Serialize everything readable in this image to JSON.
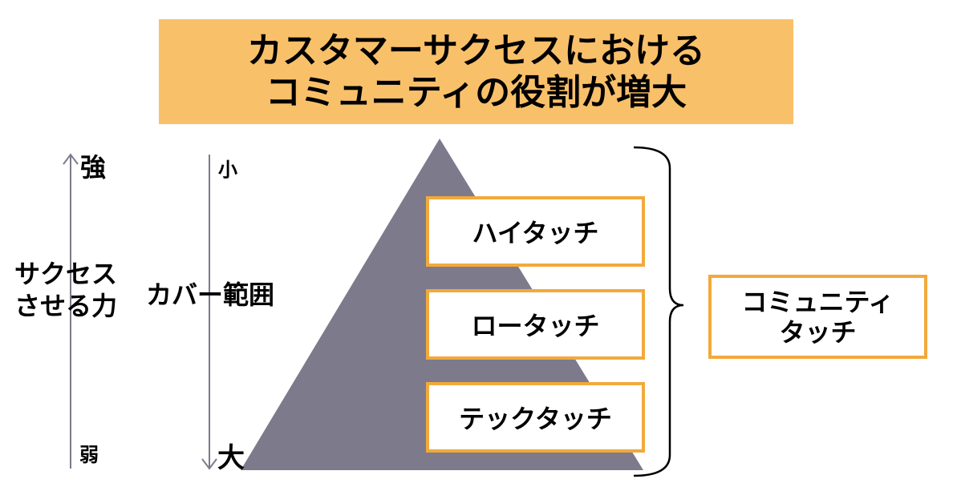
{
  "title": {
    "line1": "カスタマーサクセスにおける",
    "line2": "コミュニティの役割が増大"
  },
  "success_axis": {
    "top_label": "強",
    "bottom_label": "弱",
    "label_line1": "サクセス",
    "label_line2": "させる力"
  },
  "coverage_axis": {
    "top_label": "小",
    "bottom_label": "大",
    "label": "カバー範囲"
  },
  "tiers": [
    {
      "label": "ハイタッチ"
    },
    {
      "label": "ロータッチ"
    },
    {
      "label": "テックタッチ"
    }
  ],
  "community": {
    "line1": "コミュニティ",
    "line2": "タッチ"
  },
  "colors": {
    "banner": "#f9c06a",
    "pyramid": "#7d7a8c",
    "box_border": "#f2a93b",
    "axis": "#7d7a8c"
  }
}
